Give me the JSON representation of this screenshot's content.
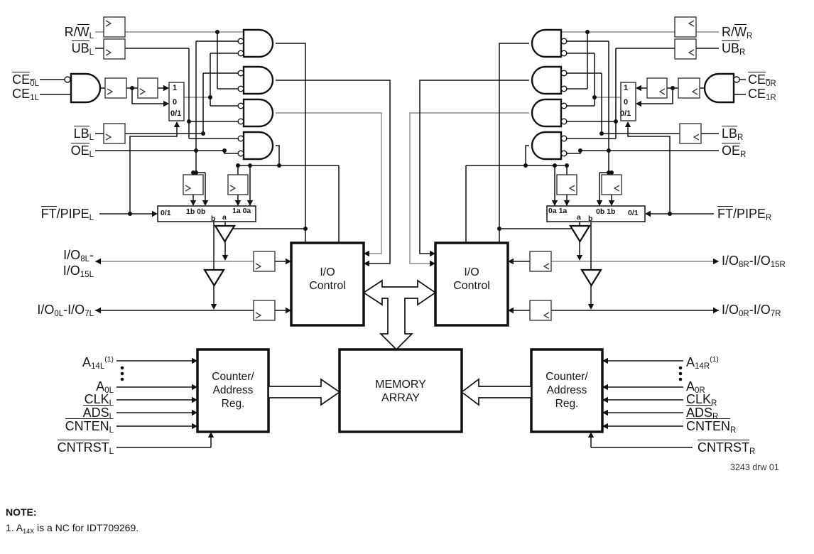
{
  "colors": {
    "line": "#111111",
    "gray_line": "#8a8a8a",
    "text": "#15151a",
    "background": "#ffffff"
  },
  "signals": {
    "left": {
      "rw": [
        [
          "R/"
        ],
        [
          "W",
          "o"
        ],
        [
          "L",
          "s"
        ]
      ],
      "ub": [
        [
          "UB",
          "o"
        ],
        [
          "L",
          "s"
        ]
      ],
      "ce0": [
        [
          "CE",
          "o"
        ],
        [
          "0",
          "os"
        ],
        [
          "L",
          "s"
        ]
      ],
      "ce1": [
        [
          "CE"
        ],
        [
          "1L",
          "s"
        ]
      ],
      "lb": [
        [
          "LB",
          "o"
        ],
        [
          "L",
          "s"
        ]
      ],
      "oe": [
        [
          "OE",
          "o"
        ],
        [
          "L",
          "s"
        ]
      ],
      "ft": [
        [
          "FT",
          "o"
        ],
        [
          "/PIPE"
        ],
        [
          "L",
          "s"
        ]
      ],
      "io_hi_1": [
        [
          "I/O"
        ],
        [
          "8L",
          "s"
        ],
        [
          "-"
        ]
      ],
      "io_hi_2": [
        [
          "I/O"
        ],
        [
          "15L",
          "s"
        ]
      ],
      "io_lo": [
        [
          "I/O"
        ],
        [
          "0L",
          "s"
        ],
        [
          "-I/O"
        ],
        [
          "7L",
          "s"
        ]
      ],
      "a14": [
        [
          "A"
        ],
        [
          "14L",
          "s"
        ],
        [
          "(1)",
          "p"
        ]
      ],
      "a0": [
        [
          "A"
        ],
        [
          "0L",
          "s"
        ]
      ],
      "clk": [
        [
          "CLK"
        ],
        [
          "L",
          "s"
        ]
      ],
      "ads": [
        [
          "ADS",
          "o"
        ],
        [
          "L",
          "s"
        ]
      ],
      "cnten": [
        [
          "CNTEN",
          "o"
        ],
        [
          "L",
          "s"
        ]
      ],
      "cntrst": [
        [
          "CNTRST",
          "o"
        ],
        [
          "L",
          "s"
        ]
      ]
    },
    "right": {
      "rw": [
        [
          "R/"
        ],
        [
          "W",
          "o"
        ],
        [
          "R",
          "s"
        ]
      ],
      "ub": [
        [
          "UB",
          "o"
        ],
        [
          "R",
          "s"
        ]
      ],
      "ce0": [
        [
          "CE",
          "o"
        ],
        [
          "0",
          "os"
        ],
        [
          "R",
          "s"
        ]
      ],
      "ce1": [
        [
          "CE"
        ],
        [
          "1R",
          "s"
        ]
      ],
      "lb": [
        [
          "LB",
          "o"
        ],
        [
          "R",
          "s"
        ]
      ],
      "oe": [
        [
          "OE",
          "o"
        ],
        [
          "R",
          "s"
        ]
      ],
      "ft": [
        [
          "FT",
          "o"
        ],
        [
          "/PIPE"
        ],
        [
          "R",
          "s"
        ]
      ],
      "io_hi": [
        [
          "I/O"
        ],
        [
          "8R",
          "s"
        ],
        [
          "-I/O"
        ],
        [
          "15R",
          "s"
        ]
      ],
      "io_lo": [
        [
          "I/O"
        ],
        [
          "0R",
          "s"
        ],
        [
          "-I/O"
        ],
        [
          "7R",
          "s"
        ]
      ],
      "a14": [
        [
          "A"
        ],
        [
          "14R",
          "s"
        ],
        [
          "(1)",
          "p"
        ]
      ],
      "a0": [
        [
          "A"
        ],
        [
          "0R",
          "s"
        ]
      ],
      "clk": [
        [
          "CLK"
        ],
        [
          "R",
          "s"
        ]
      ],
      "ads": [
        [
          "ADS",
          "o"
        ],
        [
          "R",
          "s"
        ]
      ],
      "cnten": [
        [
          "CNTEN",
          "o"
        ],
        [
          "R",
          "s"
        ]
      ],
      "cntrst": [
        [
          "CNTRST",
          "o"
        ],
        [
          "R",
          "s"
        ]
      ]
    }
  },
  "blocks": {
    "io_left": {
      "l1": "I/O",
      "l2": "Control"
    },
    "io_right": {
      "l1": "I/O",
      "l2": "Control"
    },
    "memory": {
      "l1": "MEMORY",
      "l2": "ARRAY"
    },
    "counter_left": {
      "l1": "Counter/",
      "l2": "Address",
      "l3": "Reg."
    },
    "counter_right": {
      "l1": "Counter/",
      "l2": "Address",
      "l3": "Reg."
    }
  },
  "mux": {
    "ce_left": {
      "in1": "1",
      "in0": "0",
      "sel": "0/1"
    },
    "ce_right": {
      "in1": "1",
      "in0": "0",
      "sel": "0/1"
    },
    "ft_left": {
      "sel": "0/1",
      "p1": "1b 0b",
      "pb": "b",
      "pa": "a",
      "p2": "1a 0a"
    },
    "ft_right": {
      "p1": "0a 1a",
      "pa": "a",
      "pb": "b",
      "p2": "0b 1b",
      "sel": "0/1"
    }
  },
  "footer": {
    "drw": "3243 drw 01",
    "note_title": "NOTE:",
    "note1": [
      [
        "1.  A"
      ],
      [
        "14X",
        "s"
      ],
      [
        " is a NC for IDT709269."
      ]
    ]
  }
}
